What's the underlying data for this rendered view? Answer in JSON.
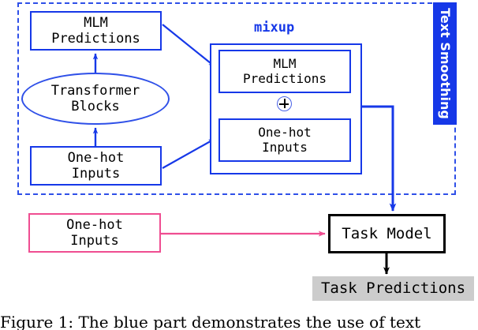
{
  "figure": {
    "caption": "Figure 1: The blue part demonstrates the use of text",
    "region_label": "Text Smoothing",
    "mixup_label": "mixup",
    "plus_symbol": "⊕"
  },
  "nodes": {
    "mlm_predictions_top": {
      "line1": "MLM",
      "line2": "Predictions"
    },
    "transformer_blocks": {
      "line1": "Transformer",
      "line2": "Blocks"
    },
    "one_hot_inputs_left": {
      "line1": "One-hot",
      "line2": "Inputs"
    },
    "mlm_predictions_mixup": {
      "line1": "MLM",
      "line2": "Predictions"
    },
    "one_hot_inputs_mixup": {
      "line1": "One-hot",
      "line2": "Inputs"
    },
    "one_hot_inputs_bottom": {
      "line1": "One-hot",
      "line2": "Inputs"
    },
    "task_model": {
      "line1": "Task Model"
    },
    "task_predictions": {
      "line1": "Task Predictions"
    }
  },
  "colors": {
    "blue": "#1638e8",
    "blue_dashed": "#2f50e8",
    "pink": "#ef4d91",
    "black": "#000000",
    "gray_fill": "#cccccc",
    "white": "#ffffff"
  }
}
